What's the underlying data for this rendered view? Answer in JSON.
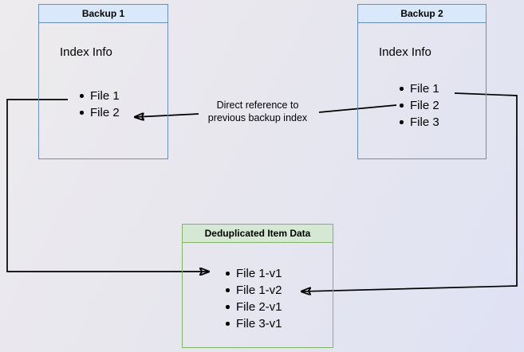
{
  "diagram": {
    "backup1": {
      "title": "Backup 1",
      "label": "Index Info",
      "items": [
        "File 1",
        "File 2"
      ]
    },
    "backup2": {
      "title": "Backup 2",
      "label": "Index Info",
      "items": [
        "File 1",
        "File 2",
        "File 3"
      ]
    },
    "dedup": {
      "title": "Deduplicated Item Data",
      "items": [
        "File 1-v1",
        "File 1-v2",
        "File 2-v1",
        "File 3-v1"
      ]
    },
    "annotation": {
      "line1": "Direct reference to",
      "line2": "previous backup index"
    },
    "colors": {
      "blue_header_fill": "#dae8fc",
      "blue_border": "#6c8ebf",
      "green_header_fill": "#d5e8d4",
      "green_border": "#82b366",
      "connector": "#000000"
    }
  }
}
